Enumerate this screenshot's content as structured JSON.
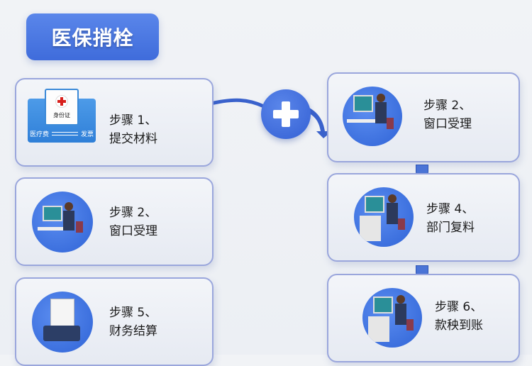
{
  "title": "医保捎栓",
  "steps": [
    {
      "label": "步骤 1、",
      "name": "提交材料",
      "icon": "documents-icon",
      "card_texts": {
        "id": "身份证",
        "fee": "医疗费",
        "invoice": "发票"
      }
    },
    {
      "label": "步骤 2、",
      "name": "窗口受理",
      "icon": "clerk-desk-icon"
    },
    {
      "label": "步骤 5、",
      "name": "财务结算",
      "icon": "printer-document-icon"
    },
    {
      "label": "步骤 2、",
      "name": "窗口受理",
      "icon": "clerk-desk-icon"
    },
    {
      "label": "步骤 4、",
      "name": "部门复料",
      "icon": "clerk-desk-icon"
    },
    {
      "label": "步骤 6、",
      "name": "款秧到账",
      "icon": "clerk-desk-icon"
    }
  ],
  "colors": {
    "accent": "#4a78e0",
    "border": "#9aa6dc"
  }
}
